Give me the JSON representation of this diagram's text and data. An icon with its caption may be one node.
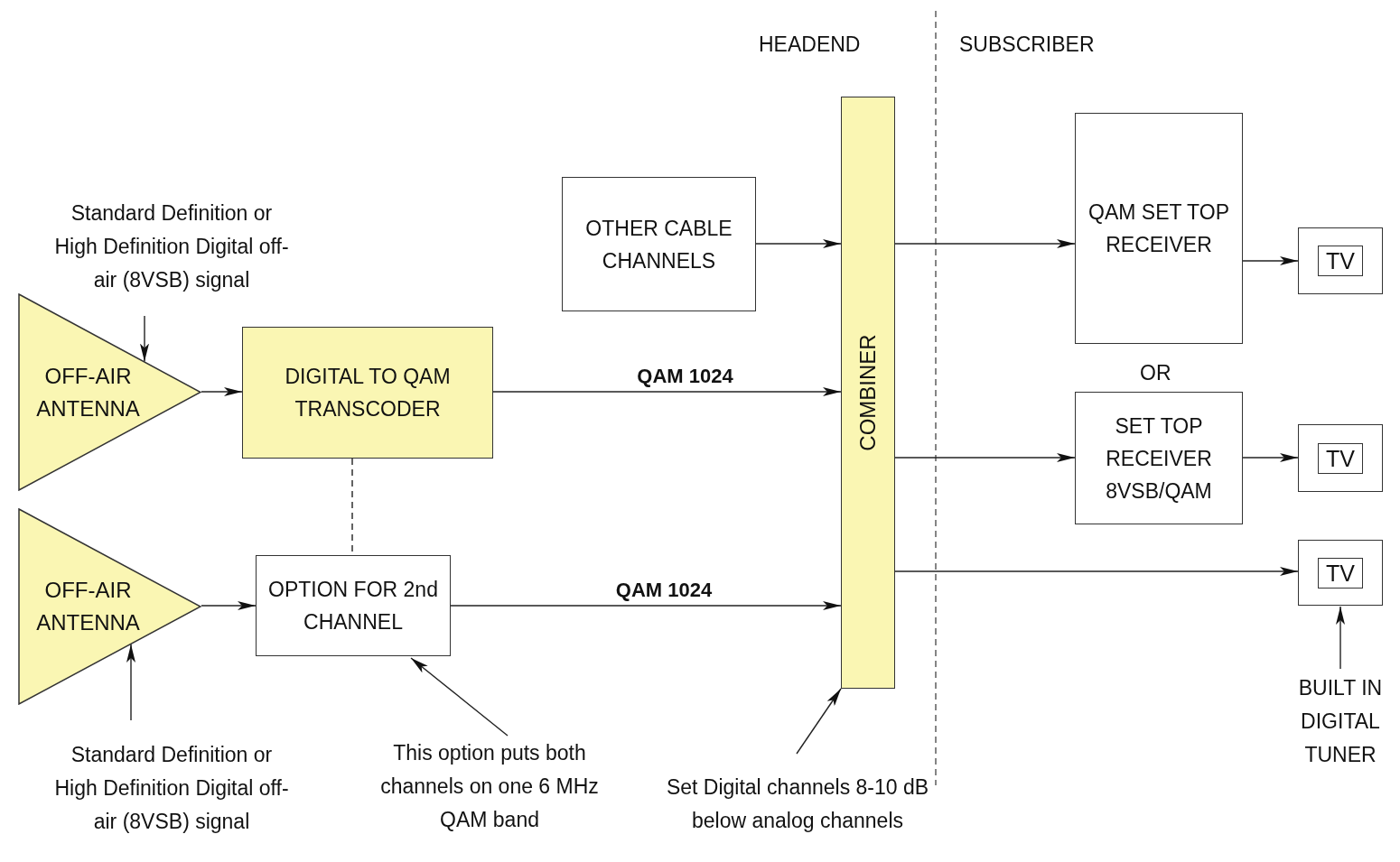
{
  "diagram": {
    "nodes": [
      {
        "text": [
          "Standard Definition or High Definition Digital off-air (8VSB) signal"
        ]
      },
      {
        "text": [
          "OFF-AIR ANTENNA"
        ]
      },
      {
        "text": [
          "DIGITAL TO QAM TRANSCODER"
        ]
      },
      {
        "text": [
          "OFF-AIR ANTENNA"
        ]
      },
      {
        "text": [
          "OPTION FOR 2nd CHANNEL"
        ]
      },
      {
        "text": [
          "Standard Definition or High Definition Digital off-air (8VSB) signal"
        ]
      },
      {
        "text": [
          "OTHER CABLE CHANNELS"
        ]
      },
      {
        "text": [
          "COMBINER"
        ]
      },
      {
        "text": [
          "QAM SET TOP RECEIVER"
        ]
      },
      {
        "text": [
          "SET TOP RECEIVER 8VSB/QAM"
        ]
      },
      {
        "text": [
          "TV"
        ]
      },
      {
        "text": [
          "TV"
        ]
      },
      {
        "text": [
          "TV"
        ]
      },
      {
        "text": [
          "This option puts both channels on one 6 MHz QAM band"
        ]
      },
      {
        "text": [
          "Set Digital channels 8-10 dB below analog channels"
        ]
      },
      {
        "text": [
          "BUILT IN DIGITAL TUNER"
        ]
      }
    ],
    "edges": [
      {
        "from": 0,
        "to": 1,
        "arrow": "to"
      },
      {
        "from": 5,
        "to": 3,
        "arrow": "to"
      },
      {
        "from": 1,
        "to": 2,
        "arrow": "to"
      },
      {
        "from": 3,
        "to": 4,
        "arrow": "to"
      },
      {
        "from": 2,
        "to": 4,
        "arrow": "none",
        "style": "dashed"
      },
      {
        "from": 2,
        "to": 7,
        "arrow": "to",
        "label": "QAM 1024"
      },
      {
        "from": 4,
        "to": 7,
        "arrow": "to",
        "label": "QAM 1024"
      },
      {
        "from": 6,
        "to": 7,
        "arrow": "to"
      },
      {
        "from": 7,
        "to": 8,
        "arrow": "to"
      },
      {
        "from": 7,
        "to": 9,
        "arrow": "to"
      },
      {
        "from": 7,
        "to": 12,
        "arrow": "to"
      },
      {
        "from": 8,
        "to": 10,
        "arrow": "to"
      },
      {
        "from": 9,
        "to": 11,
        "arrow": "to"
      },
      {
        "from": 13,
        "to": 4,
        "arrow": "to"
      },
      {
        "from": 14,
        "to": 7,
        "arrow": "to"
      },
      {
        "from": 15,
        "to": 12,
        "arrow": "to"
      }
    ],
    "labels": [
      "HEADEND",
      "SUBSCRIBER",
      "OR"
    ]
  }
}
